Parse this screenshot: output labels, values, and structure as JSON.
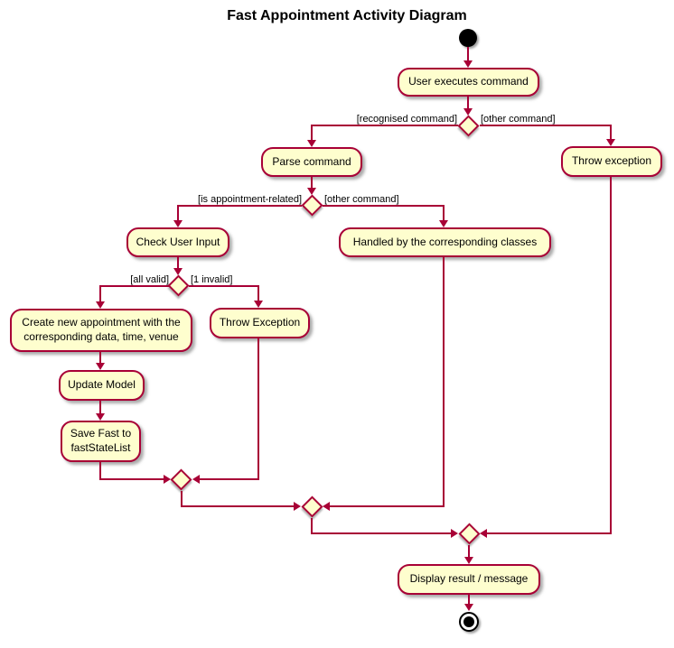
{
  "title": "Fast Appointment Activity Diagram",
  "colors": {
    "line": "#A80036",
    "fill": "#FEFECE",
    "text": "#000000",
    "background": "#FFFFFF"
  },
  "nodes": {
    "user_executes": "User executes command",
    "parse_command": "Parse command",
    "throw_exception_other": "Throw exception",
    "check_user_input": "Check User Input",
    "handled_by_classes": "Handled by the corresponding classes",
    "create_appointment": "Create new appointment with the\ncorresponding data, time, venue",
    "throw_exception_invalid": "Throw Exception",
    "update_model": "Update Model",
    "save_fast": "Save Fast to\nfastStateList",
    "display_result": "Display result / message"
  },
  "edge_labels": {
    "recognised_command": "[recognised command]",
    "other_command_top": "[other command]",
    "is_appointment_related": "[is appointment-related]",
    "other_command_mid": "[other command]",
    "all_valid": "[all valid]",
    "one_invalid": "[1 invalid]"
  }
}
